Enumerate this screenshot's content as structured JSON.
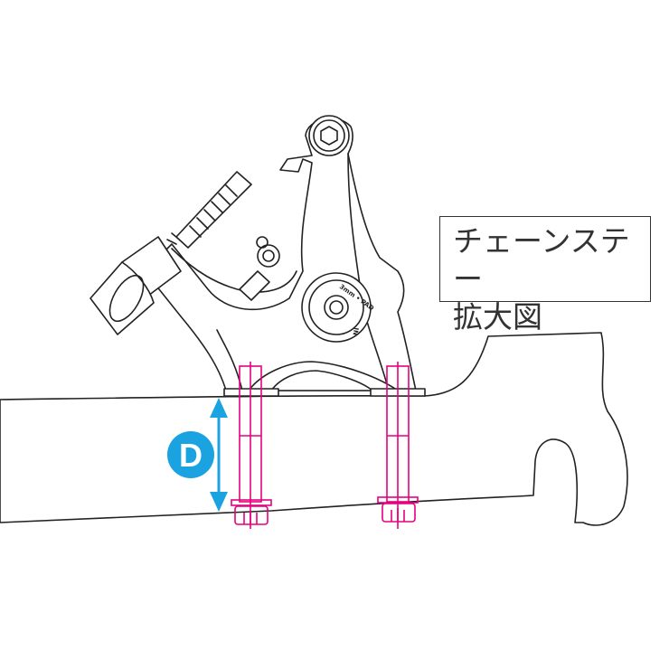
{
  "label": {
    "line1": "チェーンステー",
    "line2": "拡大図"
  },
  "dimension": {
    "letter": "D"
  },
  "caliper_marking": {
    "text1": "3mm • PAD",
    "text2": "IN"
  },
  "colors": {
    "outline": "#222222",
    "bolt": "#e6007e",
    "dimension": "#1aa3e0"
  }
}
